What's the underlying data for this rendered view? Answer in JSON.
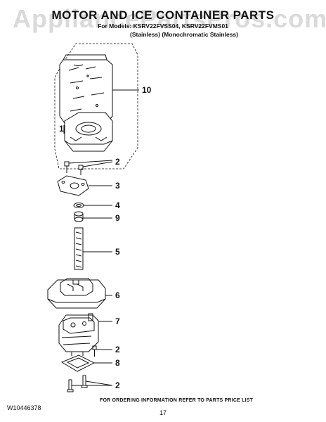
{
  "header": {
    "title": "MOTOR AND ICE CONTAINER PARTS",
    "model_line": "For Models: KSRV22FVSS04, KSRV22FVMS01",
    "finish_line": "(Stainless)   (Monochromatic Stainless)"
  },
  "watermark": "AppliancePartsPros.com",
  "callouts": {
    "c10": "10",
    "c1": "1",
    "c2a": "2",
    "c3": "3",
    "c4": "4",
    "c9": "9",
    "c5": "5",
    "c6": "6",
    "c7": "7",
    "c2b": "2",
    "c8": "8",
    "c2c": "2"
  },
  "footer": {
    "note": "FOR ORDERING INFORMATION REFER TO PARTS PRICE LIST",
    "doc_number": "W10446378",
    "page_number": "17"
  }
}
